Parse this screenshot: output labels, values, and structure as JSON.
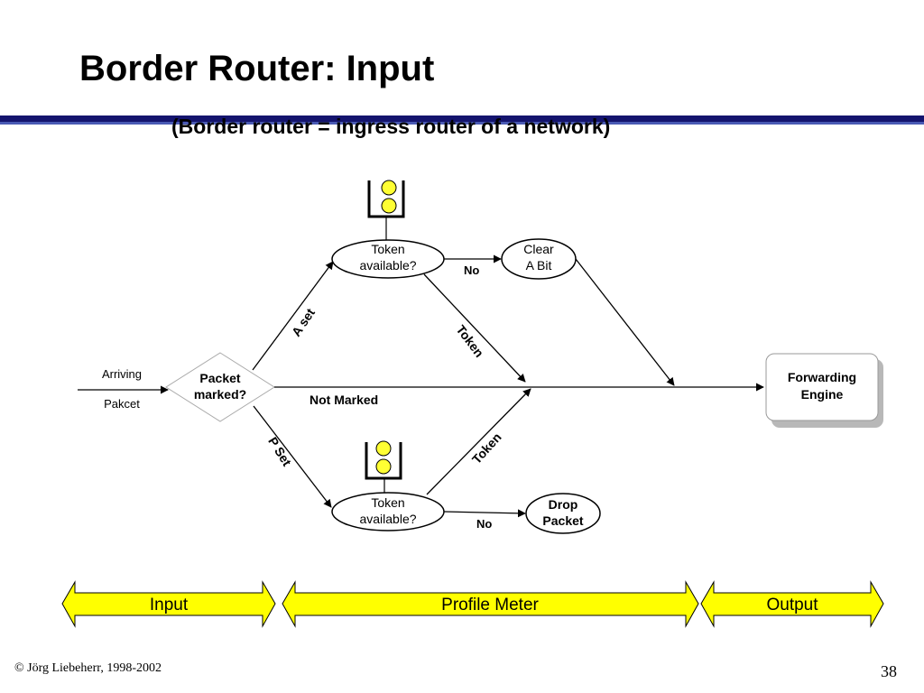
{
  "slide": {
    "title": "Border Router: Input",
    "subtitle": "(Border router = ingress router of a network)",
    "footer": "© Jörg Liebeherr, 1998-2002",
    "page_number": "38"
  },
  "diagram": {
    "arriving_label": "Arriving",
    "packet_label": "Pakcet",
    "decision": [
      "Packet",
      "marked?"
    ],
    "token_top": [
      "Token",
      "available?"
    ],
    "token_bottom": [
      "Token",
      "available?"
    ],
    "clear_bit": [
      "Clear",
      "A Bit"
    ],
    "drop_packet": [
      "Drop",
      "Packet"
    ],
    "forwarding_engine": [
      "Forwarding",
      "Engine"
    ],
    "edge_a_set": "A set",
    "edge_p_set": "P Set",
    "edge_not_marked": "Not Marked",
    "edge_no_top": "No",
    "edge_no_bottom": "No",
    "edge_token_top": "Token",
    "edge_token_bottom": "Token"
  },
  "phases": [
    {
      "label": "Input"
    },
    {
      "label": "Profile Meter"
    },
    {
      "label": "Output"
    }
  ],
  "colors": {
    "rule_dark": "#14146e",
    "rule_light": "#4a5ab4",
    "phase_fill": "#ffff00",
    "token_fill": "#ffff33",
    "shadow": "#b8b8b8"
  }
}
